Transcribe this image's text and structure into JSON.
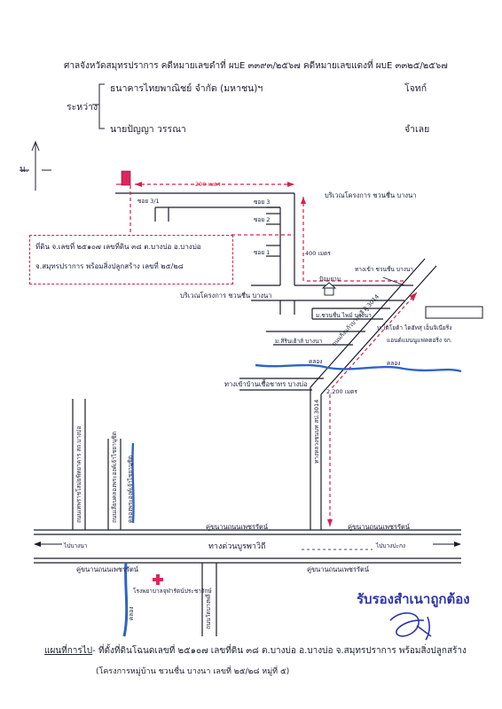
{
  "header": {
    "court_line": "ศาลจังหวัดสมุทรปราการ  คดีหมายเลขดำที่ ผบE ๓๓๙๓/๒๕๖๗  คดีหมายเลขแดงที่ ผบE ๓๓๒๕/๒๕๖๗",
    "between_label": "ระหว่าง",
    "plaintiff_name": "ธนาคารไทยพาณิชย์ จำกัด (มหาชน)ฯ",
    "plaintiff_role": "โจทก์",
    "defendant_name": "นายปัญญา  วรรณา",
    "defendant_role": "จำเลย"
  },
  "map": {
    "north_label": "น.",
    "distance_200": "200 เมตร",
    "distance_400": "400 เมตร",
    "distance_2200": "2,200 เมตร",
    "soi_3_1": "ซอย 3/1",
    "soi_3": "ซอย 3",
    "soi_2": "ซอย 2",
    "soi_1": "ซอย 1",
    "project_top": "บริเวณโครงการ ชวนชื่น บางนา",
    "project_mid": "บริเวณโครงการ ชวนชื่น บางนา",
    "guard_post": "ป้อมยาม",
    "entrance_chuanchuen": "ทางเข้า ชวนชื่น บางนา",
    "chuanchuen_prime": "ม.ชวนชื่น ไพม์ บางนา",
    "sirin_house": "ม.สิรินเฮ้าส์ บางนา",
    "warehouse_line1": "บ.โตโยต้า ไดฮัทสุ เอ็นจิเนียริ่ง",
    "warehouse_line2": "แอนด์แมนนูแฟคตอริ่ง จก.",
    "canal_left": "คลอง",
    "canal_right": "คลอง",
    "road_diag": "ถนนกิ่งแก้วบางพลี ผู้ 3014",
    "road_vertical": "ทางหลวงชนบท สป.3014",
    "entrance_bang_bo": "ทางเข้าบ้านเชื้อชาทร บางบ่อ",
    "school_road": "ถนนเทพราชโสม่ยพิทยาคาร สถ.บางบ่อ",
    "road_khlong_1": "ถนนเลียบคลองพระองค์เจ้าไชยานุชิต",
    "road_khlong_2": "คลองพระองค์เจ้าไชยานุชิต",
    "frontage_left_top": "คู่ขนานถนนเพชรรัตน์",
    "frontage_right_top": "คู่ขนานถนนเพชรรัตน์",
    "frontage_left_bottom": "คู่ขนานถนนเพชรรัตน์",
    "frontage_right_bottom": "คู่ขนานถนนเพชรรัตน์",
    "expressway": "ทางด่วนบูรพาวิถี",
    "to_bangna": "ไปบางนา",
    "to_bangpakong": "ไปบางปะกง",
    "hospital": "โรงพยาบาลจุฬารัตน์ประชารักษ์",
    "road_bottom_vertical": "ถนนวัดบางพลี",
    "canal_bottom": "คลอง"
  },
  "land_box": {
    "line1": "ที่ดิน จ.เลขที่ ๒๕๑๐๗ เลขที่ดิน ๓๘ ต.บางบ่อ อ.บางบ่อ",
    "line2": "จ.สมุทรปราการ  พร้อมสิ่งปลูกสร้าง เลขที่ ๒๕/๒๘"
  },
  "stamp": {
    "text": "รับรองสำเนาถูกต้อง"
  },
  "footer": {
    "title_underlined": "แผนที่การไป",
    "title_rest": "- ที่ตั้งที่ดินโฉนดเลขที่ ๒๕๑๐๗ เลขที่ดิน ๓๘ ต.บางบ่อ อ.บางบ่อ จ.สมุทรปราการ  พร้อมสิ่งปลูกสร้าง",
    "subtitle": "(โครงการหมู่บ้าน ชวนชื่น บางนา เลขที่ ๒๕/๒๘ หมู่ที่ ๕)"
  },
  "colors": {
    "ink": "#1a1a2a",
    "marker_red": "#d8204a",
    "canal_blue": "#2e64c8",
    "stamp_blue": "#2f35a8"
  }
}
